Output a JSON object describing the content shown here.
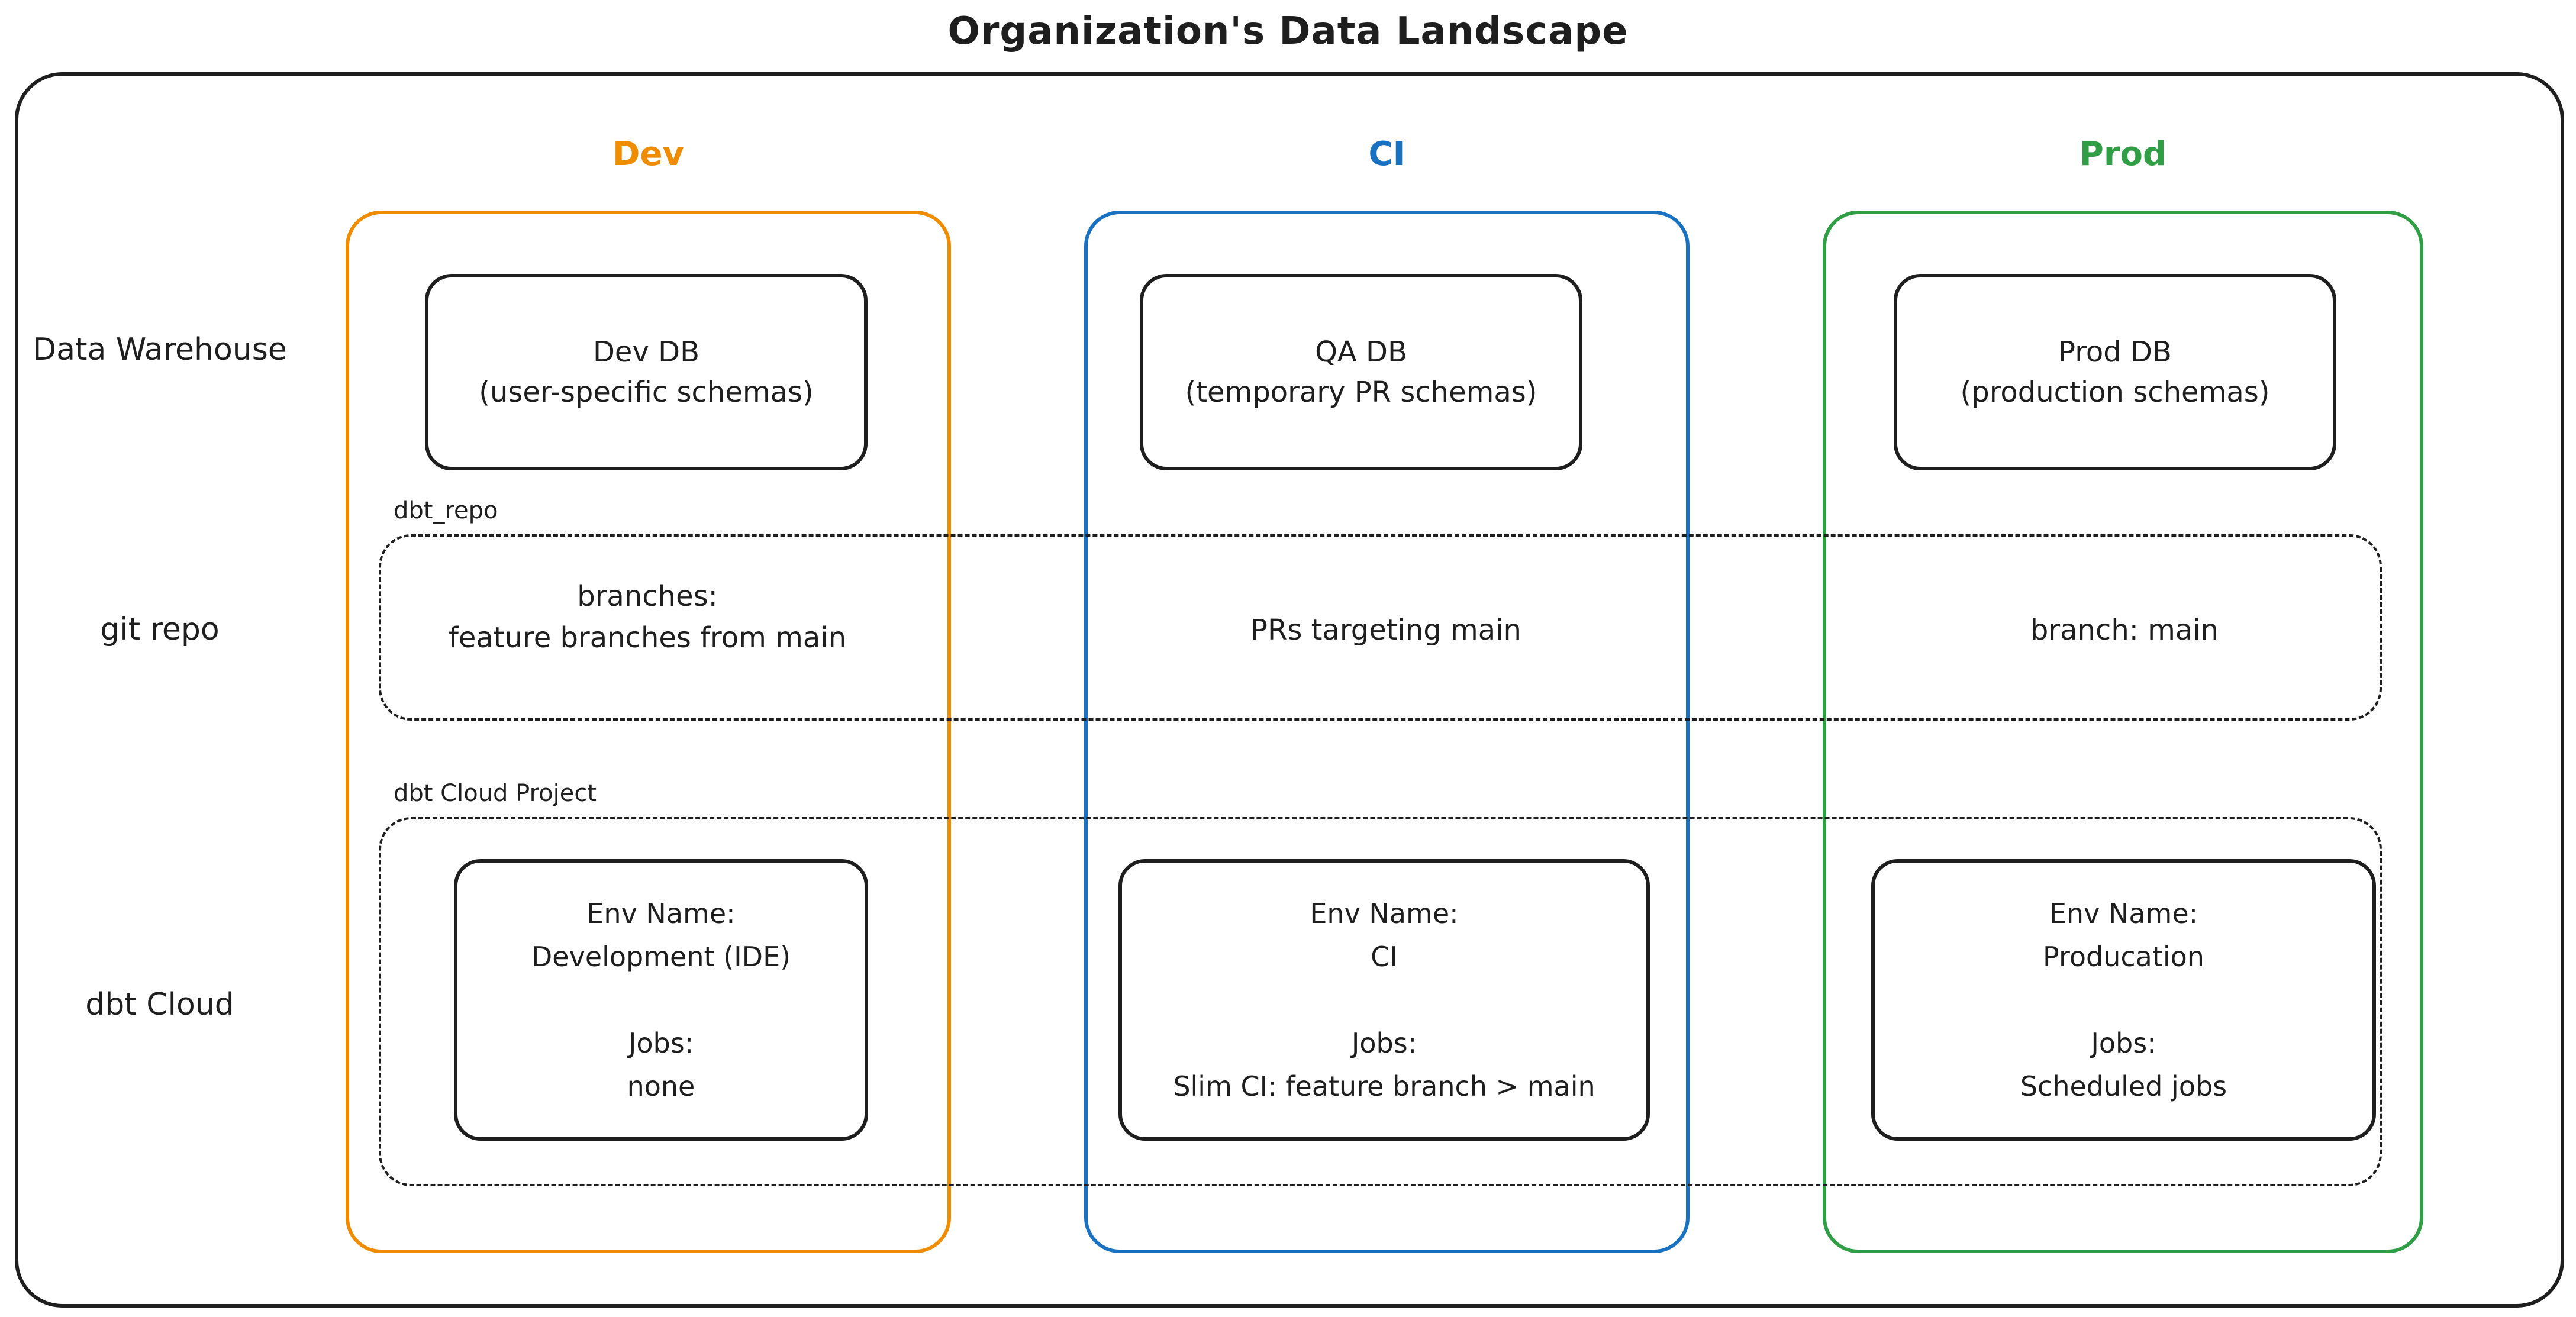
{
  "title": "Organization's Data Landscape",
  "colors": {
    "dev_accent": "#f08c00",
    "ci_accent": "#1971c2",
    "prod_accent": "#2f9e44",
    "stroke": "#1e1e1e"
  },
  "rows": [
    {
      "label": "Data Warehouse"
    },
    {
      "label": "git repo"
    },
    {
      "label": "dbt Cloud"
    }
  ],
  "bands": {
    "repo_label": "dbt_repo",
    "cloud_label": "dbt Cloud Project"
  },
  "columns": [
    {
      "id": "dev",
      "label": "Dev",
      "color": "#f08c00",
      "db": {
        "name": "Dev DB",
        "detail": "(user-specific schemas)"
      },
      "repo": {
        "line1": "branches:",
        "line2": "feature branches from main"
      },
      "cloud": {
        "env_label": "Env Name:",
        "env_name": "Development (IDE)",
        "jobs_label": "Jobs:",
        "jobs": "none"
      }
    },
    {
      "id": "ci",
      "label": "CI",
      "color": "#1971c2",
      "db": {
        "name": "QA DB",
        "detail": "(temporary PR schemas)"
      },
      "repo": {
        "line1": "PRs targeting main",
        "line2": ""
      },
      "cloud": {
        "env_label": "Env Name:",
        "env_name": "CI",
        "jobs_label": "Jobs:",
        "jobs": "Slim CI: feature branch > main"
      }
    },
    {
      "id": "prod",
      "label": "Prod",
      "color": "#2f9e44",
      "db": {
        "name": "Prod DB",
        "detail": "(production schemas)"
      },
      "repo": {
        "line1": "branch: main",
        "line2": ""
      },
      "cloud": {
        "env_label": "Env Name:",
        "env_name": "Producation",
        "jobs_label": "Jobs:",
        "jobs": "Scheduled jobs"
      }
    }
  ]
}
